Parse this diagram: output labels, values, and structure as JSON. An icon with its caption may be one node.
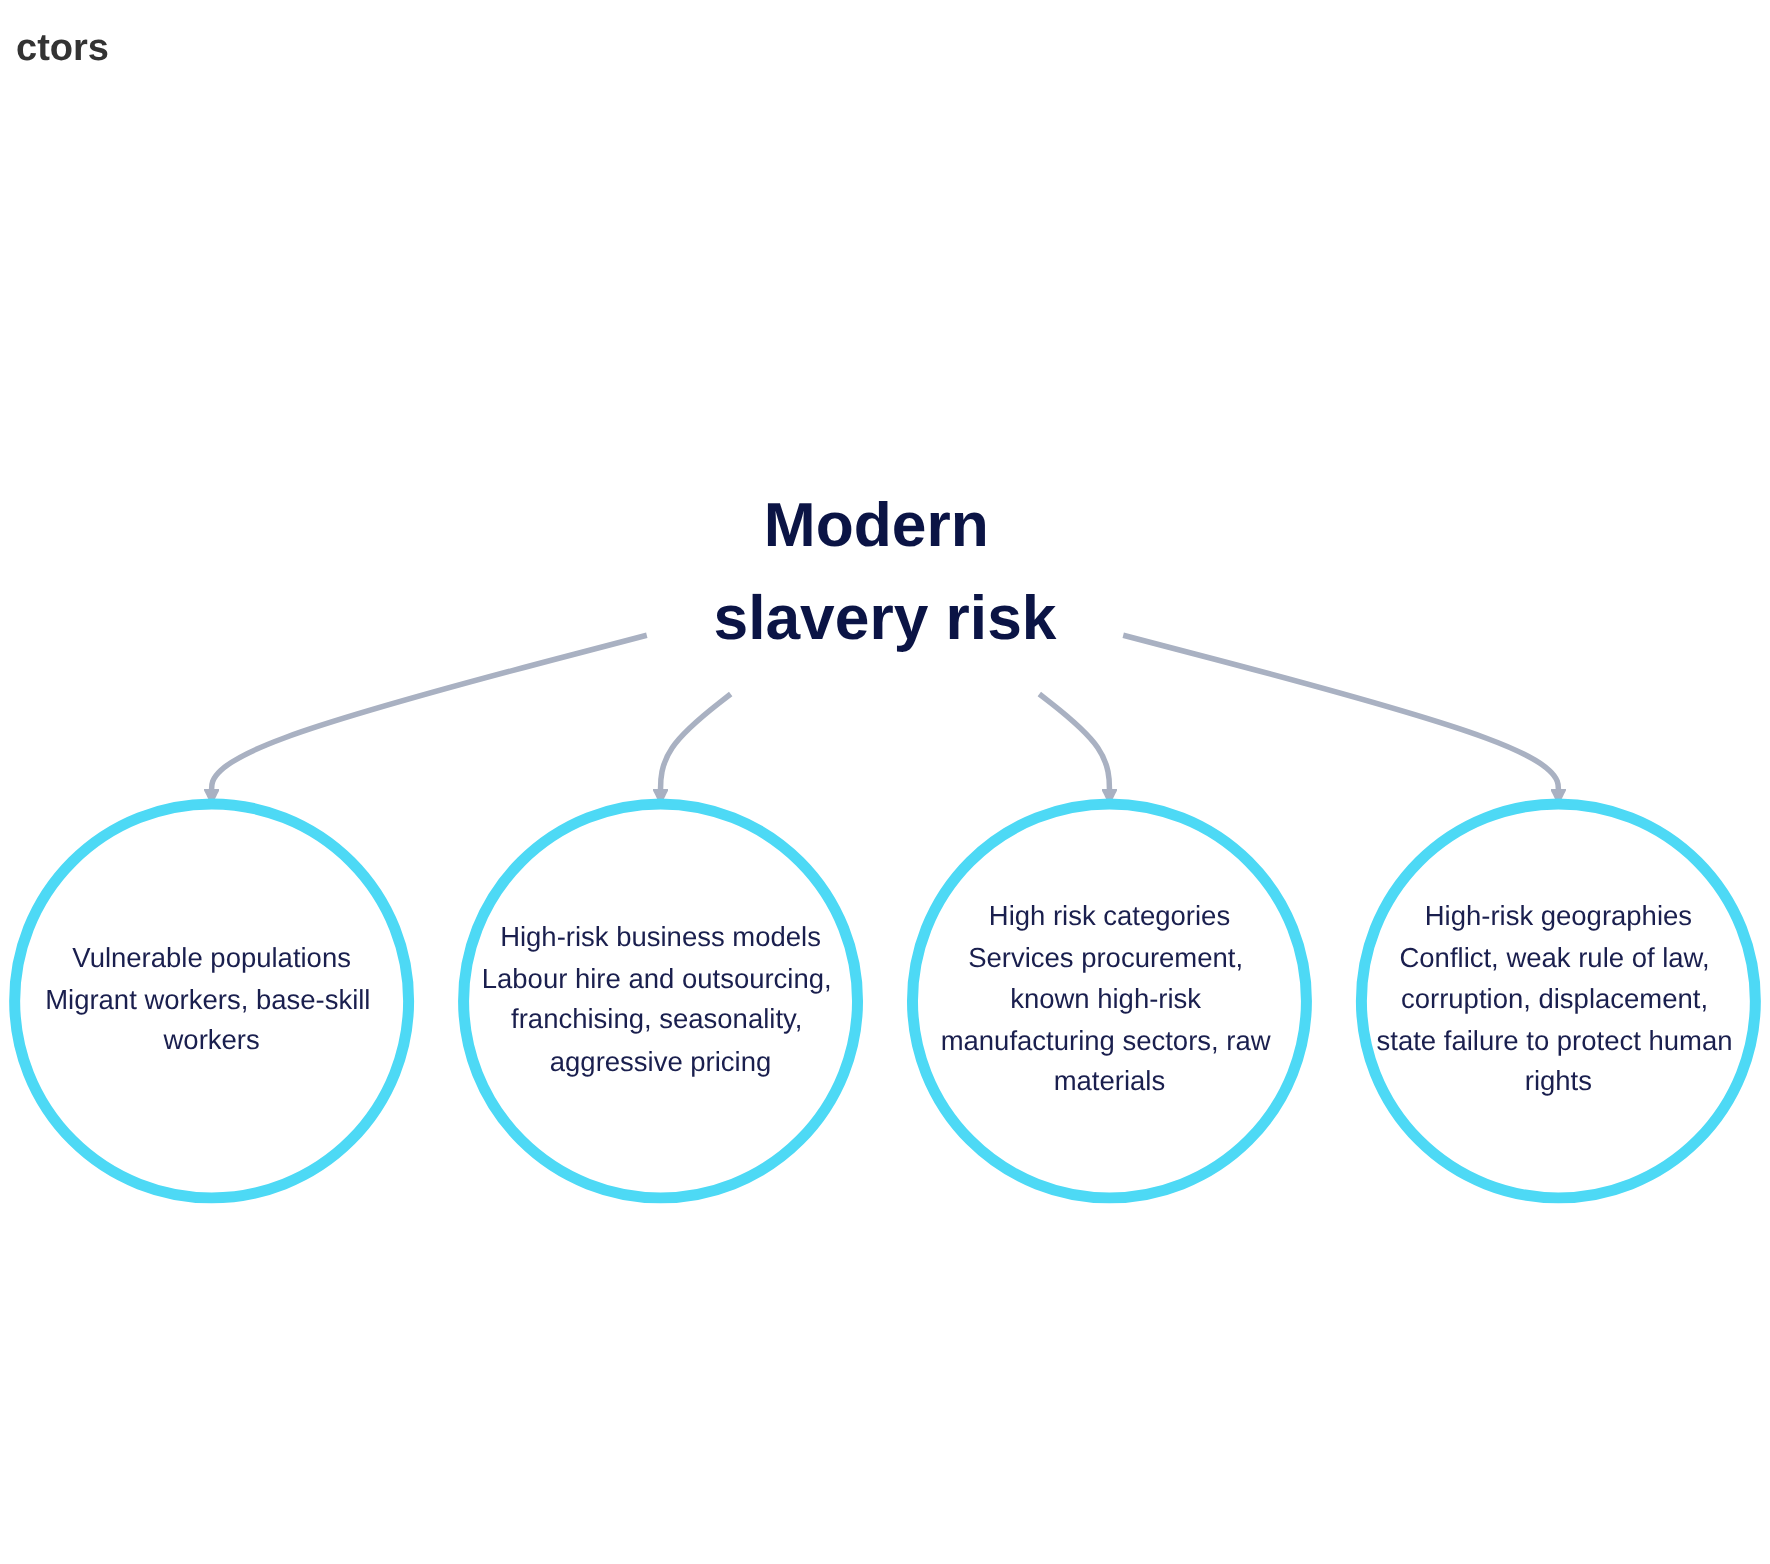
{
  "diagram": {
    "title": "ctors",
    "nodes": [
      {
        "text": [
          "Vulnerable populations",
          "Migrant workers, base-skill workers"
        ]
      },
      {
        "text": [
          "High-risk business models",
          "Labour hire and outsourcing, franchising, seasonality, aggressive pricing"
        ]
      },
      {
        "text": [
          "Modern slavery risk"
        ]
      },
      {
        "text": [
          "High risk categories",
          "Services procurement, known high-risk manufacturing sectors, raw materials"
        ]
      },
      {
        "text": [
          "High-risk geographies",
          "Conflict, weak rule of law, corruption, displacement, state failure to protect human rights"
        ]
      }
    ],
    "edges": [
      {
        "from": 2,
        "to": 0,
        "arrow": "to"
      },
      {
        "from": 2,
        "to": 1,
        "arrow": "to"
      },
      {
        "from": 2,
        "to": 3,
        "arrow": "to"
      },
      {
        "from": 2,
        "to": 4,
        "arrow": "to"
      }
    ]
  }
}
